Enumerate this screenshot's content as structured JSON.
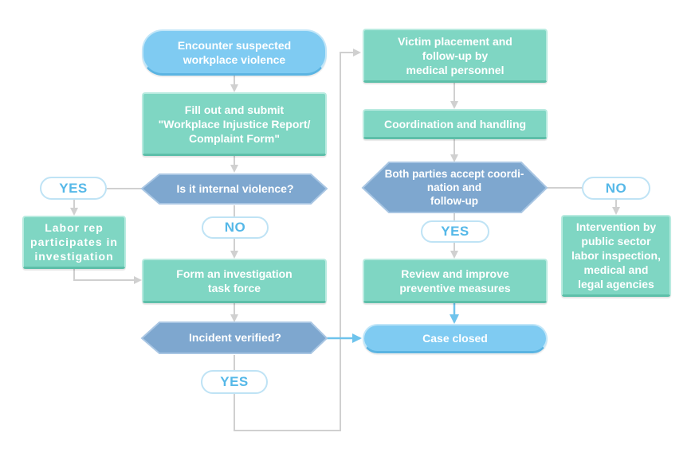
{
  "flow": {
    "start": "Encounter suspected\nworkplace violence",
    "submit_form": "Fill out and submit\n\"Workplace Injustice Report/\nComplaint Form\"",
    "internal_question": "Is it internal violence?",
    "internal_yes": "YES",
    "labor_rep": "Labor rep\nparticipates in\ninvestigation",
    "internal_no": "NO",
    "task_force": "Form an investigation\ntask force",
    "verified_question": "Incident verified?",
    "verified_yes": "YES",
    "victim_placement": "Victim placement and\nfollow-up by\nmedical personnel",
    "coordination": "Coordination and handling",
    "accept_question": "Both parties accept coordi-\nnation and\nfollow-up",
    "accept_no": "NO",
    "intervention": "Intervention by\npublic sector\nlabor inspection,\nmedical and\nlegal agencies",
    "accept_yes": "YES",
    "review": "Review and improve\npreventive measures",
    "case_closed": "Case closed"
  },
  "colors": {
    "step": "#7fd6c3",
    "terminal": "#7fcbf2",
    "decision": "#7ea7cf",
    "connector": "#d0d0d0",
    "highlight_connector": "#6ec3ec",
    "label": "#55b8e8"
  }
}
